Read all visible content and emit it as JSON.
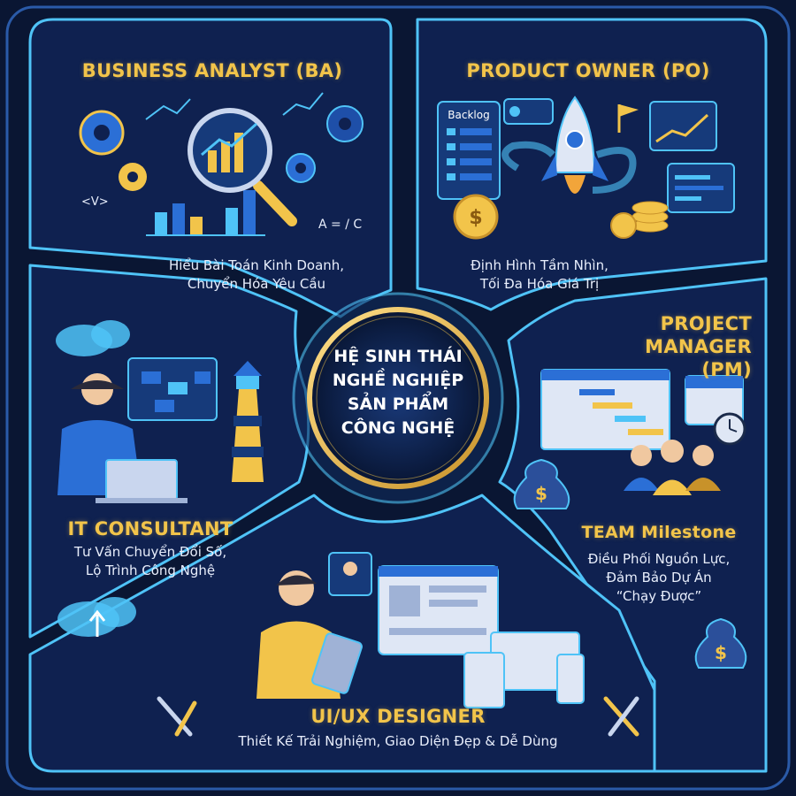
{
  "center": {
    "lines": [
      "HỆ SINH THÁI",
      "NGHỀ NGHIỆP",
      "SẢN PHẨM",
      "CÔNG NGHỆ"
    ]
  },
  "roles": {
    "ba": {
      "title": "BUSINESS ANALYST (BA)",
      "desc": [
        "Hiểu Bài Toán Kinh Doanh,",
        "Chuyển Hóa Yêu Cầu"
      ]
    },
    "po": {
      "title": "PRODUCT OWNER (PO)",
      "desc": [
        "Định Hình Tầm Nhìn,",
        "Tối Đa Hóa Giá Trị"
      ]
    },
    "pm": {
      "title_lines": [
        "PROJECT",
        "MANAGER (PM)"
      ],
      "subtitle": "TEAM Milestone",
      "desc": [
        "Điều Phối Nguồn Lực,",
        "Đảm Bảo Dự Án",
        "“Chạy Được”"
      ]
    },
    "itc": {
      "title": "IT CONSULTANT",
      "desc": [
        "Tư Vấn Chuyển Đổi Số,",
        "Lộ Trình Công Nghệ"
      ]
    },
    "uiux": {
      "title": "UI/UX DESIGNER",
      "desc": "Thiết Kế Trải Nghiệm, Giao Diện Đẹp & Dễ Dùng"
    }
  },
  "icon_labels": {
    "backlog": "Backlog",
    "formula": "A = / C",
    "code": "<V>",
    "currency": "$"
  },
  "colors": {
    "background": "#0a1633",
    "panel": "#0f2150",
    "outline": "#4fc3f7",
    "gold": "#f2c44a",
    "text": "#e8eefc"
  }
}
